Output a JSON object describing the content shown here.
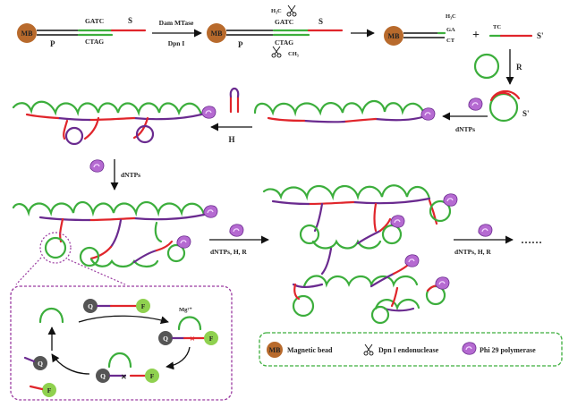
{
  "colors": {
    "bead": "#b86a2c",
    "green": "#3cae3c",
    "red": "#e0252b",
    "purple": "#6a2a8f",
    "quencher": "#555555",
    "fluor": "#8fd14f",
    "enzyme": "#b56ad1",
    "legend_border": "#3cae3c",
    "inset_border": "#9a3aa0"
  },
  "row1": {
    "mb1": "MB",
    "p1": "P",
    "s1": "S",
    "gatc1": "GATC",
    "ctag1": "CTAG",
    "arrow1_top": "Dam MTase",
    "arrow1_bottom": "Dpn I",
    "mb2": "MB",
    "p2": "P",
    "s2": "S",
    "h3c2": "H₃C",
    "gatc2": "GATC",
    "ctag2": "CTAG",
    "ch3_2": "CH₃",
    "mb3": "MB",
    "h3c3": "H₃C",
    "ga3": "GA",
    "ct3": "CT",
    "plus": "+",
    "tc": "TC",
    "sprime1": "S'"
  },
  "steps": {
    "r_down": "R",
    "sprime2": "S'",
    "dntps1": "dNTPs",
    "h_left": "H",
    "dntps_down": "dNTPs",
    "dntps_h_r1": "dNTPs,   H,  R",
    "dntps_h_r2": "dNTPs,   H,  R",
    "ellipsis": "……"
  },
  "inset": {
    "q1": "Q",
    "f1": "F",
    "mg": "Mg²⁺",
    "q2": "Q",
    "f2": "F",
    "q3": "Q",
    "f3": "F",
    "q4": "Q",
    "f4": "F"
  },
  "legend": {
    "mb": "MB",
    "bead_label": "Magnetic bead",
    "dpn_label": "Dpn I endonuclease",
    "phi_label": "Phi 29 polymerase"
  }
}
